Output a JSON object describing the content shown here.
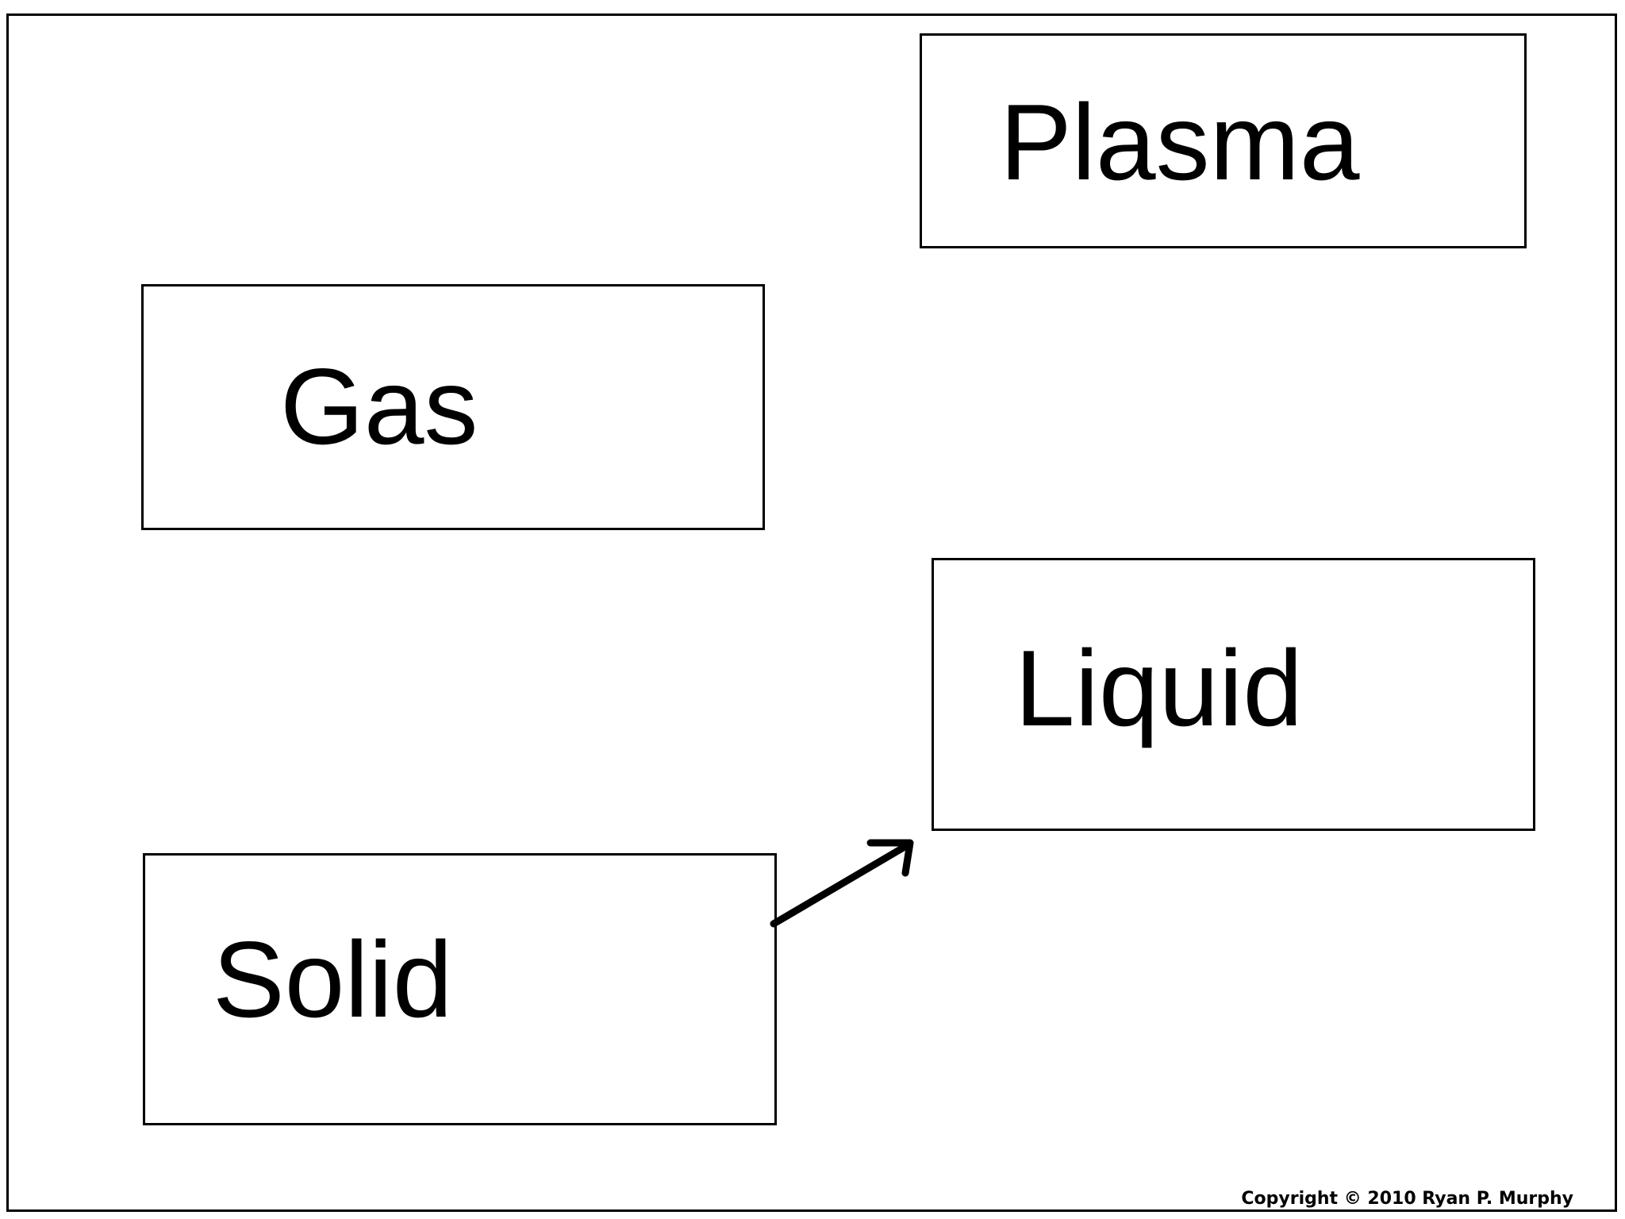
{
  "diagram": {
    "states": {
      "plasma": "Plasma",
      "gas": "Gas",
      "liquid": "Liquid",
      "solid": "Solid"
    },
    "arrows": [
      {
        "from": "solid",
        "to": "liquid"
      }
    ],
    "copyright": "Copyright © 2010 Ryan P. Murphy",
    "colors": {
      "line": "#000000",
      "background": "#ffffff"
    }
  }
}
